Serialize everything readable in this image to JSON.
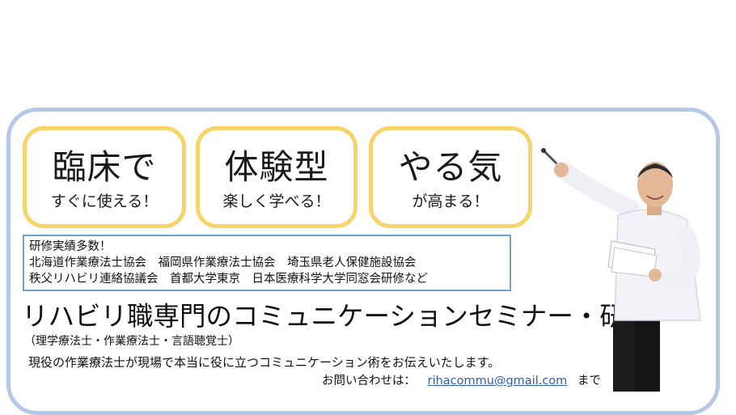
{
  "features": [
    {
      "title": "臨床で",
      "subtitle": "すぐに使える！"
    },
    {
      "title": "体験型",
      "subtitle": "楽しく学べる！"
    },
    {
      "title": "やる気",
      "subtitle": "が高まる！"
    }
  ],
  "achievements": {
    "heading": "研修実績多数！",
    "lines": [
      "北海道作業療法士協会　福岡県作業療法士協会　埼玉県老人保健施設協会",
      "秩父リハビリ連絡協議会　首都大学東京　日本医療科学大学同窓会研修など"
    ]
  },
  "headline": "リハビリ職専門のコミュニケーションセミナー・研修",
  "professions": "（理学療法士・作業療法士・言語聴覚士）",
  "description": "現役の作業療法士が現場で本当に役に立つコミュニケーション術をお伝えいたします。",
  "contact": {
    "prefix": "お問い合わせは：",
    "email": "rihacommu@gmail.com",
    "suffix": "まで"
  },
  "colors": {
    "frame": "#b5c8e6",
    "feature_border": "#f7d46a",
    "info_border": "#6fa0d2",
    "link": "#2e5fb0"
  },
  "illustration": "presenter-pointing-photo"
}
